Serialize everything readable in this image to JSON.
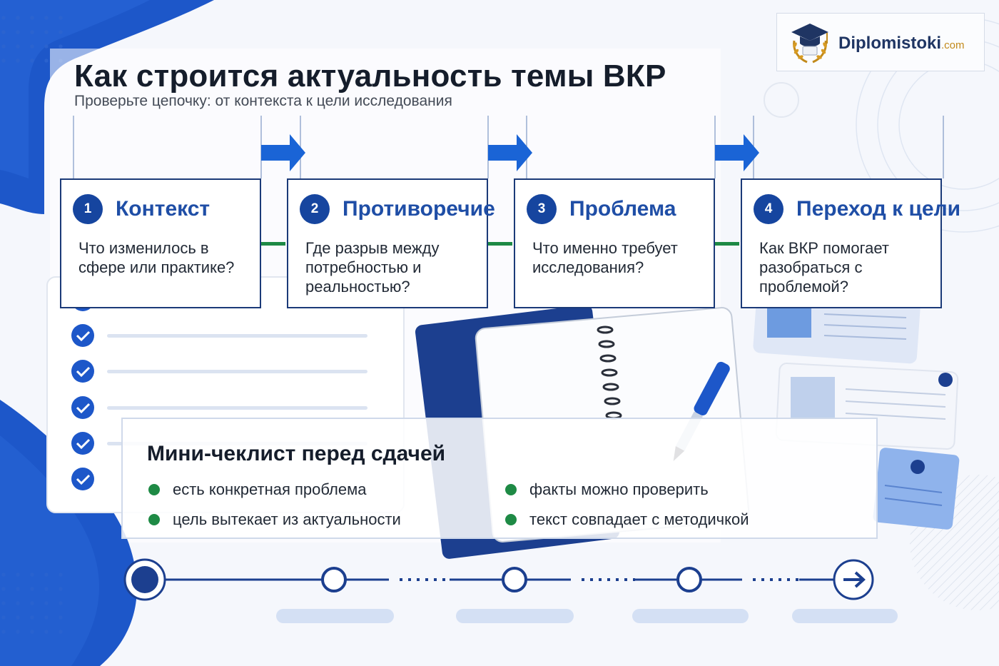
{
  "header": {
    "title": "Как строится актуальность темы ВКР",
    "subtitle": "Проверьте цепочку: от контекста к цели исследования"
  },
  "logo": {
    "name": "Diplomistoki",
    "suffix": ".com",
    "icon": "graduation-cap-laurel-icon"
  },
  "steps": [
    {
      "number": "1",
      "title": "Контекст",
      "text": "Что изменилось в сфере или практике?"
    },
    {
      "number": "2",
      "title": "Противоречие",
      "text": "Где разрыв между потребностью и реальностью?"
    },
    {
      "number": "3",
      "title": "Проблема",
      "text": "Что именно требует исследования?"
    },
    {
      "number": "4",
      "title": "Переход к цели",
      "text": "Как ВКР помогает разобраться с проблемой?"
    }
  ],
  "checklist": {
    "title": "Мини-чеклист перед сдачей",
    "items": [
      "есть конкретная проблема",
      "цель вытекает из актуальности",
      "факты можно проверить",
      "текст совпадает с методичкой"
    ]
  },
  "colors": {
    "brand_blue": "#16459f",
    "title_blue": "#1f4ea6",
    "arrow_blue": "#1a64d6",
    "card_border": "#1b3a78",
    "check_green": "#1e8a45",
    "logo_gold": "#c28a1b"
  }
}
